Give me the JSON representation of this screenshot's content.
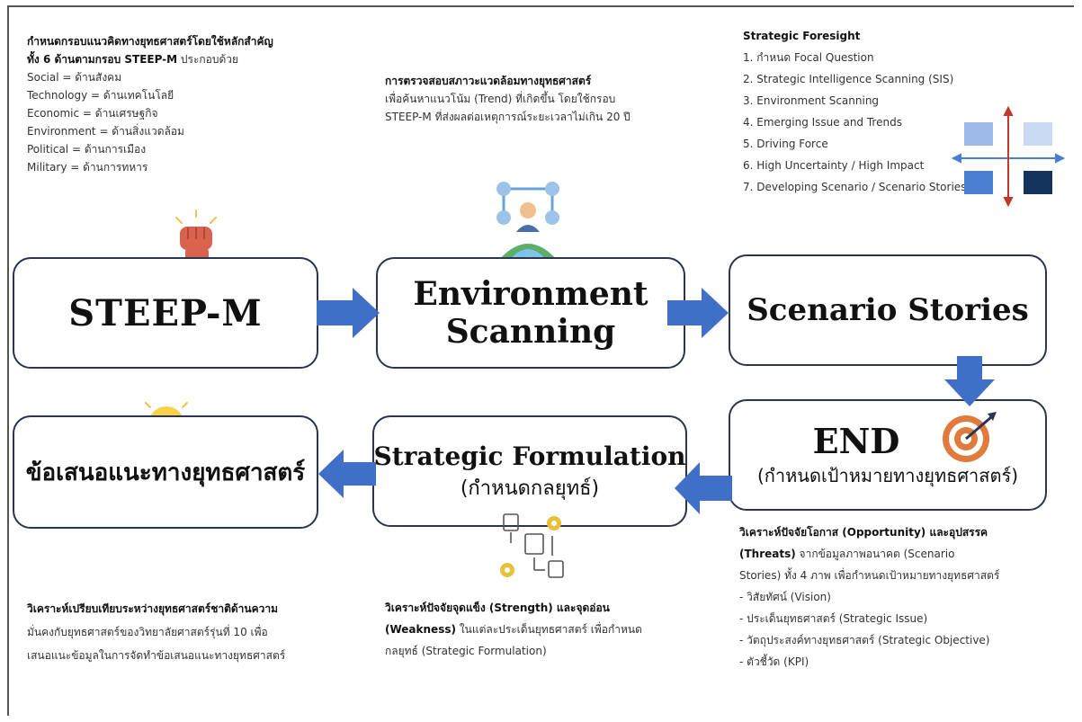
{
  "steep": {
    "title": "STEEP-M",
    "heading_line1": "กำหนดกรอบแนวคิดทางยุทธศาสตร์โดยใช้หลักสำคัญ",
    "heading_line2_bold": "ทั้ง 6 ด้านตามกรอบ STEEP-M",
    "heading_line2_rest": " ประกอบด้วย",
    "items": [
      "Social = ด้านสังคม",
      "Technology = ด้านเทคโนโลยี",
      "Economic = ด้านเศรษฐกิจ",
      "Environment = ด้านสิ่งแวดล้อม",
      "Political = ด้านการเมือง",
      "Military = ด้านการทหาร"
    ]
  },
  "environment": {
    "title_line1": "Environment",
    "title_line2": "Scanning",
    "desc_bold": "การตรวจสอบสภาวะแวดล้อมทางยุทธศาสตร์",
    "desc_lines": [
      "เพื่อค้นหาแนวโน้ม (Trend) ที่เกิดขึ้น โดยใช้กรอบ",
      "STEEP-M ที่ส่งผลต่อเหตุการณ์ระยะเวลาไม่เกิน 20 ปี"
    ]
  },
  "scenario": {
    "title": "Scenario Stories",
    "foresight_title": "Strategic Foresight",
    "steps": [
      "1. กำหนด Focal Question",
      "2. Strategic Intelligence Scanning (SIS)",
      "3. Environment Scanning",
      "4. Emerging Issue and Trends",
      "5. Driving Force",
      "6. High Uncertainty / High Impact",
      "7. Developing Scenario / Scenario Stories"
    ]
  },
  "end": {
    "title": "END",
    "subtitle": "(กำหนดเป้าหมายทางยุทธศาสตร์)",
    "desc_line1": "วิเคราะห์ปัจจัยโอกาส (Opportunity) และอุปสรรค",
    "desc_line2_bold": "(Threats)",
    "desc_line2_rest": " จากข้อมูลภาพอนาคต (Scenario",
    "desc_line3": "Stories) ทั้ง 4 ภาพ เพื่อกำหนดเป้าหมายทางยุทธศาสตร์",
    "items": [
      "- วิสัยทัศน์ (Vision)",
      "- ประเด็นยุทธศาสตร์ (Strategic Issue)",
      "- วัตถุประสงค์ทางยุทธศาสตร์ (Strategic Objective)",
      "- ตัวชี้วัด (KPI)"
    ]
  },
  "formulation": {
    "title": "Strategic Formulation",
    "subtitle": "(กำหนดกลยุทธ์)",
    "desc_line1": "วิเคราะห์ปัจจัยจุดแข็ง (Strength) และจุดอ่อน",
    "desc_line2_bold": "(Weakness)",
    "desc_line2_rest": " ในแต่ละประเด็นยุทธศาสตร์ เพื่อกำหนด",
    "desc_line3": "กลยุทธ์ (Strategic Formulation)"
  },
  "recommend": {
    "title": "ข้อเสนอแนะทางยุทธศาสตร์",
    "desc_lines": [
      "วิเคราะห์เปรียบเทียบระหว่างยุทธศาสตร์ชาติด้านความ",
      "มั่นคงกับยุทธศาสตร์ของวิทยาลัยศาสตร์รุ่นที่ 10 เพื่อ",
      "เสนอแนะข้อมูลในการจัดทำข้อเสนอแนะทางยุทธศาสตร์"
    ]
  },
  "colors": {
    "arrow": "#3f6fc6",
    "box_border": "#2a3550",
    "quad_light": "#9dbbe6",
    "quad_lighter": "#c9daf2",
    "quad_mid": "#4a7fd0",
    "quad_dark": "#14345e",
    "axis_red": "#c0392b"
  },
  "icons": [
    "raised-fist-icon",
    "network-globe-icon",
    "quadrant-matrix-icon",
    "target-icon",
    "lightbulb-icon",
    "process-flow-icon"
  ]
}
